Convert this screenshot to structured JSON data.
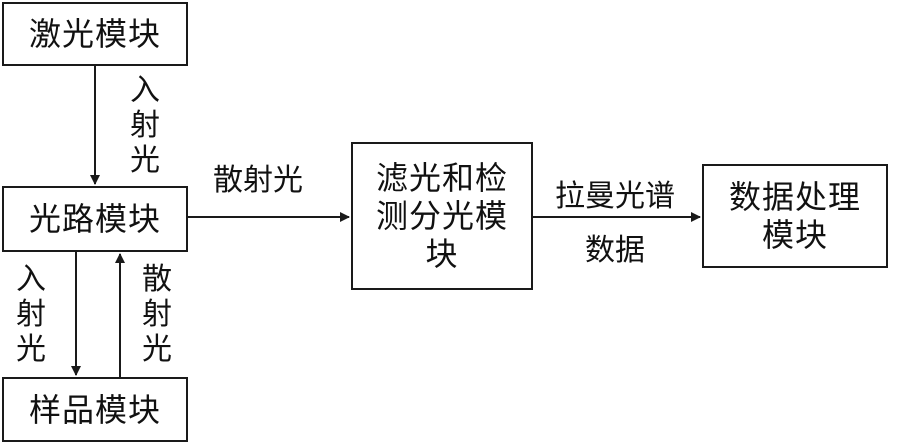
{
  "diagram": {
    "boxes": {
      "laser_module": "激光模块",
      "optical_path_module": "光路模块",
      "sample_module": "样品模块",
      "filter_detection_module": "滤光和检\n测分光模\n块",
      "data_processing_module": "数据处理\n模块"
    },
    "edge_labels": {
      "laser_to_path": "入\n射\n光",
      "path_to_sample": "入\n射\n光",
      "sample_to_path": "散\n射\n光",
      "path_to_filter": "散射光",
      "filter_to_data": "拉曼光谱\n数据"
    }
  }
}
